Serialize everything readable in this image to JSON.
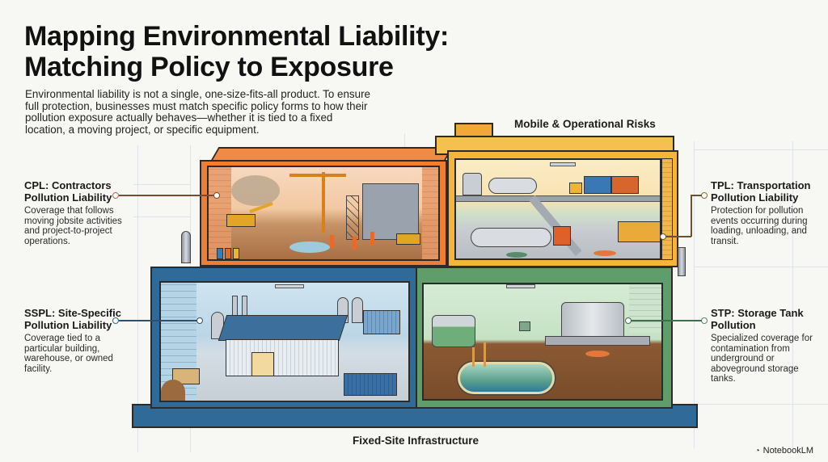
{
  "header": {
    "title_line1": "Mapping Environmental Liability:",
    "title_line2": "Matching Policy to Exposure",
    "intro": "Environmental liability is not a single, one-size-fits-all product. To ensure full protection, businesses must match specific policy forms to how their pollution exposure actually behaves—whether it is tied to a fixed location, a moving project, or specific equipment."
  },
  "sections": {
    "mobile": "Mobile & Operational Risks",
    "fixed": "Fixed-Site Infrastructure"
  },
  "callouts": {
    "cpl": {
      "title_line1": "CPL: Contractors",
      "title_line2": "Pollution Liability",
      "description": "Coverage that follows moving jobsite activities and project-to-project operations."
    },
    "sspl": {
      "title_line1": "SSPL: Site-Specific",
      "title_line2": "Pollution Liability",
      "description": "Coverage tied to a particular building, warehouse, or owned facility."
    },
    "tpl": {
      "title_line1": "TPL: Transportation",
      "title_line2": "Pollution Liability",
      "description": "Protection for pollution events occurring during loading, unloading, and transit."
    },
    "stp": {
      "title_line1": "STP: Storage Tank",
      "title_line2": "Pollution",
      "description": "Specialized coverage for contamination from underground or aboveground storage tanks."
    }
  },
  "scenes": {
    "construction": "construction-site-scene",
    "transport": "transportation-loading-scene",
    "warehouse": "warehouse-facility-scene",
    "tanks": "storage-tank-scene"
  },
  "colors": {
    "orange": "#ef7d32",
    "yellow": "#f4b63a",
    "blue": "#2f6a98",
    "green": "#5f9e6a"
  },
  "brand": {
    "label": "NotebookLM"
  }
}
